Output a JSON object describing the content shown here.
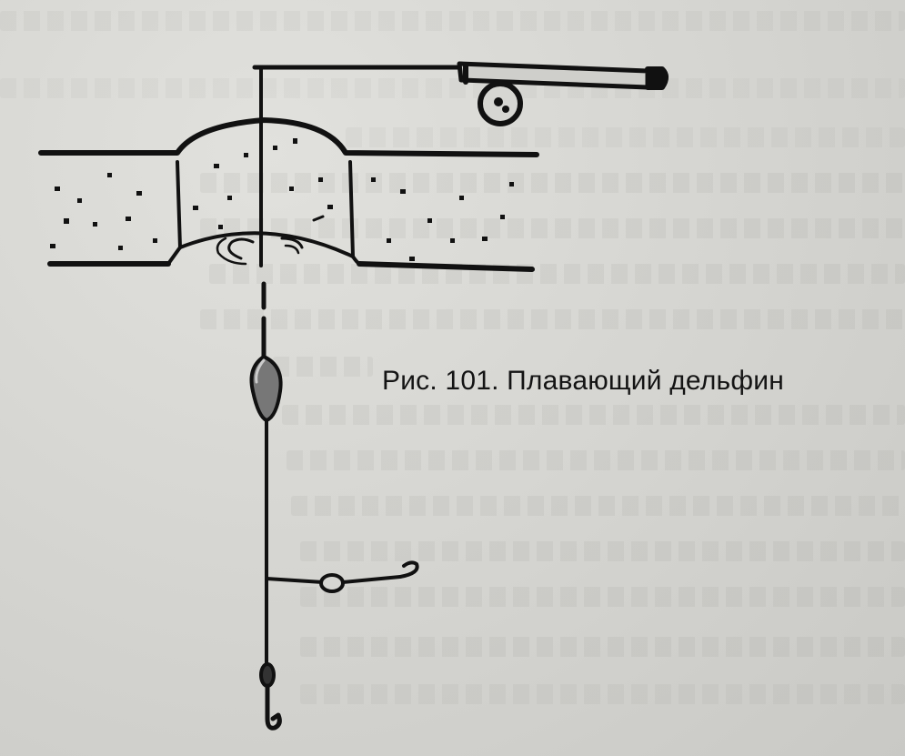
{
  "figure": {
    "caption": "Рис. 101. Плавающий дельфин"
  },
  "diagram": {
    "parts": [
      "fishing-rod",
      "reel",
      "fishing-line",
      "ice-layer",
      "ice-hole",
      "water-ripples",
      "float-bobber",
      "side-leash-hook",
      "sinker",
      "bottom-hook"
    ]
  },
  "colors": {
    "ink": "#111111",
    "paper": "#d6d6d2"
  }
}
